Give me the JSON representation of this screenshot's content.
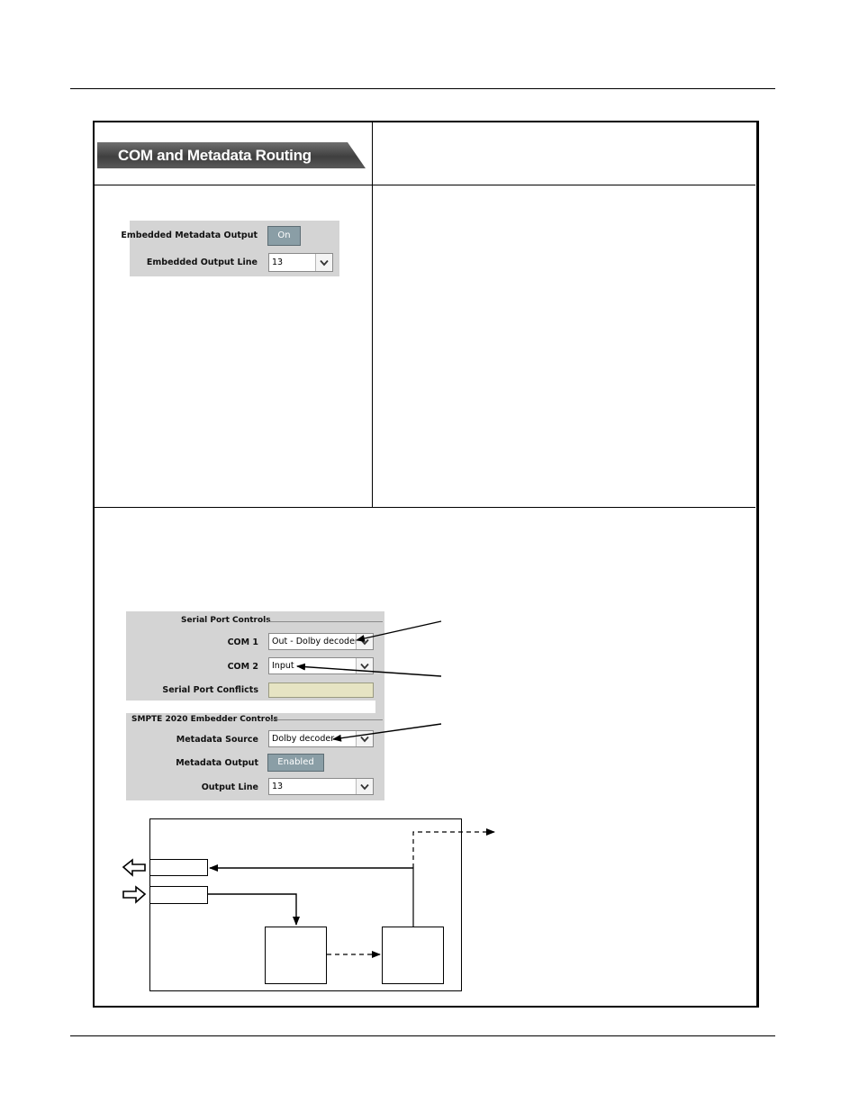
{
  "banner": {
    "title": "COM and Metadata Routing"
  },
  "panel1": {
    "embedded_metadata_output_label": "Embedded Metadata Output",
    "embedded_metadata_output_value": "On",
    "embedded_output_line_label": "Embedded Output Line",
    "embedded_output_line_value": "13"
  },
  "panel2": {
    "serial_section": "Serial Port Controls",
    "com1_label": "COM 1",
    "com1_value": "Out - Dolby decoder",
    "com2_label": "COM 2",
    "com2_value": "Input",
    "conflicts_label": "Serial Port Conflicts",
    "conflicts_value": "",
    "smpte_section": "SMPTE 2020 Embedder Controls",
    "metadata_source_label": "Metadata Source",
    "metadata_source_value": "Dolby decoder",
    "metadata_output_label": "Metadata Output",
    "metadata_output_value": "Enabled",
    "output_line_label": "Output Line",
    "output_line_value": "13"
  },
  "icons": [
    "chevron-down-icon",
    "arrow-left-hollow-icon",
    "arrow-right-hollow-icon"
  ]
}
